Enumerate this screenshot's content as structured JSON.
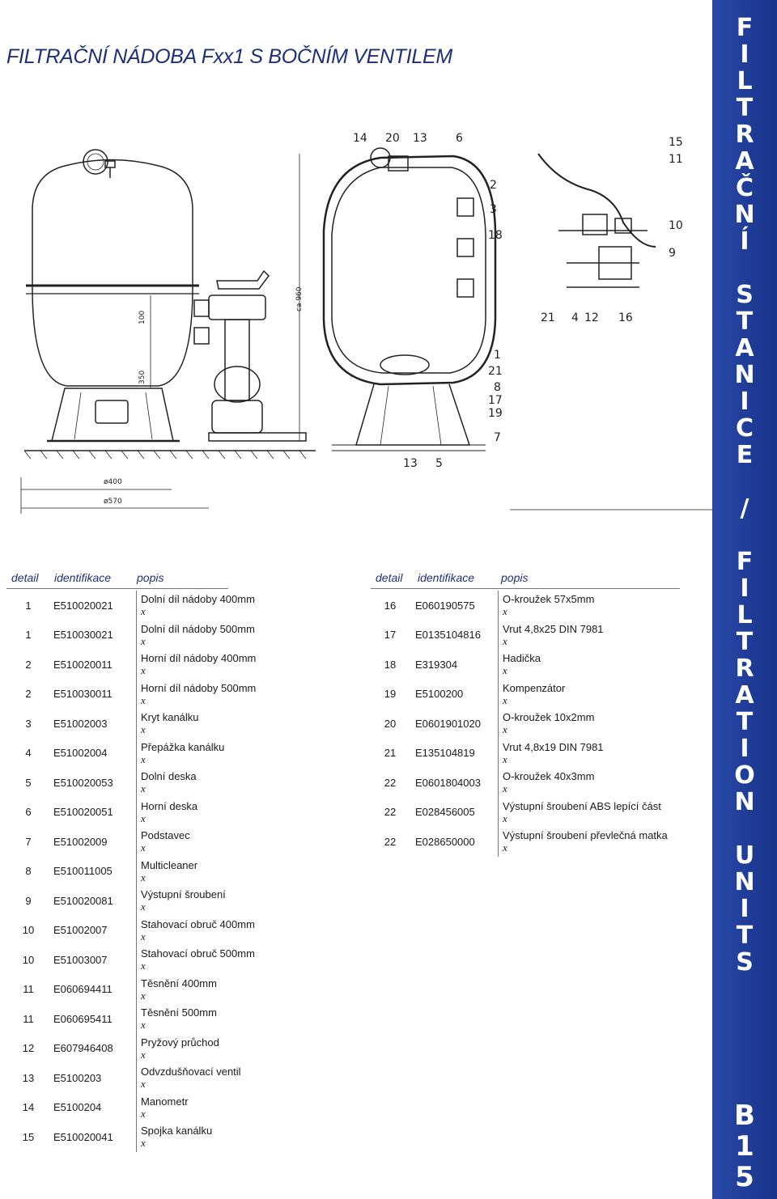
{
  "title": "FILTRAČNÍ NÁDOBA Fxx1 S BOČNÍM VENTILEM",
  "sidebar": {
    "letters": [
      "F",
      "I",
      "L",
      "T",
      "R",
      "A",
      "Č",
      "N",
      "Í",
      "",
      "S",
      "T",
      "A",
      "N",
      "I",
      "C",
      "E",
      "",
      "/",
      "",
      "F",
      "I",
      "L",
      "T",
      "R",
      "A",
      "T",
      "I",
      "O",
      "N",
      "",
      "U",
      "N",
      "I",
      "T",
      "S"
    ],
    "page_code": [
      "B",
      "1",
      "5"
    ]
  },
  "drawing": {
    "left_dims": [
      "ø400",
      "ø570",
      "100",
      "350",
      "ca 960"
    ],
    "top_callouts": [
      "14",
      "20",
      "13",
      "6"
    ],
    "right_callouts": [
      "2",
      "3",
      "18",
      "1",
      "21",
      "8",
      "17",
      "19",
      "7"
    ],
    "bottom_callouts": [
      "13",
      "5"
    ],
    "detail_callouts_top": [
      "15",
      "11"
    ],
    "detail_callouts_right": [
      "10",
      "9"
    ],
    "detail_callouts_bottom": [
      "21",
      "4",
      "12",
      "16"
    ]
  },
  "headers": {
    "detail": "detail",
    "identifikace": "identifikace",
    "popis": "popis"
  },
  "left_table": [
    {
      "detail": "1",
      "id": "E510020021",
      "popis": "Dolní díl nádoby 400mm",
      "x": "x"
    },
    {
      "detail": "1",
      "id": "E510030021",
      "popis": "Dolní díl nádoby 500mm",
      "x": "x"
    },
    {
      "detail": "2",
      "id": "E510020011",
      "popis": "Horní díl nádoby 400mm",
      "x": "x"
    },
    {
      "detail": "2",
      "id": "E510030011",
      "popis": "Horní díl nádoby 500mm",
      "x": "x"
    },
    {
      "detail": "3",
      "id": "E51002003",
      "popis": "Kryt kanálku",
      "x": "x"
    },
    {
      "detail": "4",
      "id": "E51002004",
      "popis": "Přepážka kanálku",
      "x": "x"
    },
    {
      "detail": "5",
      "id": "E510020053",
      "popis": "Dolní deska",
      "x": "x"
    },
    {
      "detail": "6",
      "id": "E510020051",
      "popis": "Horní deska",
      "x": "x"
    },
    {
      "detail": "7",
      "id": "E51002009",
      "popis": "Podstavec",
      "x": "x"
    },
    {
      "detail": "8",
      "id": "E510011005",
      "popis": "Multicleaner",
      "x": "x"
    },
    {
      "detail": "9",
      "id": "E510020081",
      "popis": "Výstupní šroubení",
      "x": "x"
    },
    {
      "detail": "10",
      "id": "E51002007",
      "popis": "Stahovací obruč 400mm",
      "x": "x"
    },
    {
      "detail": "10",
      "id": "E51003007",
      "popis": "Stahovací obruč 500mm",
      "x": "x"
    },
    {
      "detail": "11",
      "id": "E060694411",
      "popis": "Těsnění 400mm",
      "x": "x"
    },
    {
      "detail": "11",
      "id": "E060695411",
      "popis": "Těsnění 500mm",
      "x": "x"
    },
    {
      "detail": "12",
      "id": "E607946408",
      "popis": "Pryžový průchod",
      "x": "x"
    },
    {
      "detail": "13",
      "id": "E5100203",
      "popis": "Odvzdušňovací ventil",
      "x": "x"
    },
    {
      "detail": "14",
      "id": "E5100204",
      "popis": "Manometr",
      "x": "x"
    },
    {
      "detail": "15",
      "id": "E510020041",
      "popis": "Spojka kanálku",
      "x": "x"
    }
  ],
  "right_table": [
    {
      "detail": "16",
      "id": "E060190575",
      "popis": "O-kroužek 57x5mm",
      "x": "x"
    },
    {
      "detail": "17",
      "id": "E0135104816",
      "popis": "Vrut 4,8x25 DIN 7981",
      "x": "x"
    },
    {
      "detail": "18",
      "id": "E319304",
      "popis": "Hadička",
      "x": "x"
    },
    {
      "detail": "19",
      "id": "E5100200",
      "popis": "Kompenzátor",
      "x": "x"
    },
    {
      "detail": "20",
      "id": "E0601901020",
      "popis": "O-kroužek 10x2mm",
      "x": "x"
    },
    {
      "detail": "21",
      "id": "E135104819",
      "popis": "Vrut 4,8x19 DIN 7981",
      "x": "x"
    },
    {
      "detail": "22",
      "id": "E0601804003",
      "popis": "O-kroužek 40x3mm",
      "x": "x"
    },
    {
      "detail": "22",
      "id": "E028456005",
      "popis": "Výstupní šroubení ABS lepící část",
      "x": "x"
    },
    {
      "detail": "22",
      "id": "E028650000",
      "popis": "Výstupní šroubení převlečná matka",
      "x": "x"
    }
  ]
}
